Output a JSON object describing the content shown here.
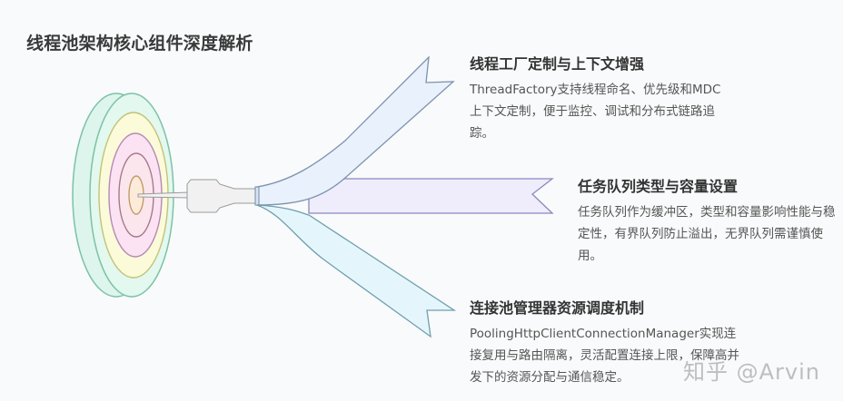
{
  "diagram": {
    "title": "线程池架构核心组件深度解析",
    "central_icon": "target-with-dart",
    "branches": [
      {
        "id": "thread-factory",
        "title": "线程工厂定制与上下文增强",
        "description": "ThreadFactory支持线程命名、优先级和MDC上下文定制，便于监控、调试和分布式链路追踪。",
        "ribbon_fill": "#e9f1fc",
        "ribbon_stroke": "#7d93ad",
        "direction": "up-right"
      },
      {
        "id": "task-queue",
        "title": "任务队列类型与容量设置",
        "description": "任务队列作为缓冲区，类型和容量影响性能与稳定性，有界队列防止溢出，无界队列需谨慎使用。",
        "ribbon_fill": "#efedfb",
        "ribbon_stroke": "#8b88bf",
        "direction": "right"
      },
      {
        "id": "connection-pool",
        "title": "连接池管理器资源调度机制",
        "description": "PoolingHttpClientConnectionManager实现连接复用与路由隔离，灵活配置连接上限，保障高并发下的资源分配与通信稳定。",
        "ribbon_fill": "#e4f6fc",
        "ribbon_stroke": "#6f9fae",
        "direction": "down-right"
      }
    ],
    "target_rings": [
      {
        "color_fill": "#e0f7ee",
        "color_stroke": "#7cc2a6"
      },
      {
        "color_fill": "#fbfbd9",
        "color_stroke": "#c3c27a"
      },
      {
        "color_fill": "#fbe3f3",
        "color_stroke": "#b58ab5"
      },
      {
        "color_fill": "#fbe6ee",
        "color_stroke": "#a87a8a"
      },
      {
        "color_fill": "#fdebd9",
        "color_stroke": "#c49a6a"
      }
    ]
  },
  "watermark": {
    "text": "知乎 @Arvin"
  }
}
